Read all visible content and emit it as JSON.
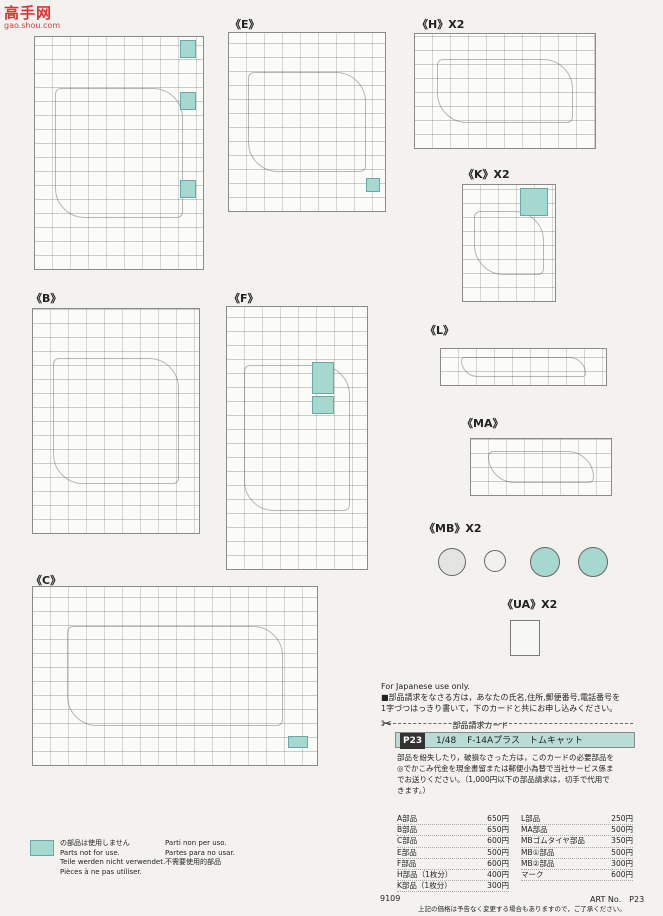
{
  "watermark": {
    "site": "高手网",
    "url": "gao.shou.com"
  },
  "sprues": [
    {
      "id": "A",
      "label": "",
      "count": ""
    },
    {
      "id": "E",
      "label": "《E》",
      "count": ""
    },
    {
      "id": "H",
      "label": "《H》",
      "count": "X2"
    },
    {
      "id": "K",
      "label": "《K》",
      "count": "X2"
    },
    {
      "id": "B",
      "label": "《B》",
      "count": ""
    },
    {
      "id": "F",
      "label": "《F》",
      "count": ""
    },
    {
      "id": "L",
      "label": "《L》",
      "count": ""
    },
    {
      "id": "MA",
      "label": "《MA》",
      "count": ""
    },
    {
      "id": "MB",
      "label": "《MB》",
      "count": "X2"
    },
    {
      "id": "UA",
      "label": "《UA》",
      "count": "X2"
    },
    {
      "id": "C",
      "label": "《C》",
      "count": ""
    }
  ],
  "japanese_note": {
    "heading": "For Japanese use only.",
    "line1": "■部品請求をなさる方は，あなたの氏名,住所,郵便番号,電話番号を",
    "line2": "1字づつはっきり書いて，下のカードと共にお申し込みください。",
    "scissors": "✂",
    "card_label": "部品請求カード"
  },
  "card": {
    "badge": "P23",
    "scale": "1/48",
    "title": "F-14Aプラス　トムキャット",
    "text1": "部品を紛失したり，破損なさった方は，このカードの必要部品を",
    "text2": "◎でかこみ代金を現金書留または郵便小為替で当社サービス係ま",
    "text3": "でお送りください。（1,000円以下の部品請求は，切手で代用で",
    "text4": "きます。）"
  },
  "prices_left": [
    {
      "part": "A部品",
      "price": "650円"
    },
    {
      "part": "B部品",
      "price": "650円"
    },
    {
      "part": "C部品",
      "price": "600円"
    },
    {
      "part": "E部品",
      "price": "500円"
    },
    {
      "part": "F部品",
      "price": "600円"
    },
    {
      "part": "H部品（1枚分）",
      "price": "400円"
    },
    {
      "part": "K部品（1枚分）",
      "price": "300円"
    }
  ],
  "prices_right": [
    {
      "part": "L部品",
      "price": "250円"
    },
    {
      "part": "MA部品",
      "price": "500円"
    },
    {
      "part": "MBゴムタイヤ部品",
      "price": "350円"
    },
    {
      "part": "MB①部品",
      "price": "500円"
    },
    {
      "part": "MB②部品",
      "price": "300円"
    },
    {
      "part": "マーク",
      "price": "600円"
    }
  ],
  "price_footer": "上記の価格は予告なく変更する場合もありますので，ご了承ください。",
  "legend": {
    "jp": "の部品は使用しません",
    "en": "Parts not for use.",
    "de": "Teile werden nicht verwendet.",
    "fr": "Pièces à ne pas utiliser.",
    "it": "Parti non per uso.",
    "es": "Partes para no usar.",
    "cn": "不需要使用的部品"
  },
  "footer": {
    "code": "9109",
    "art": "ART No.　P23"
  },
  "colors": {
    "unused_parts": "#a6d8cf",
    "card_header": "#b9ddd6"
  }
}
